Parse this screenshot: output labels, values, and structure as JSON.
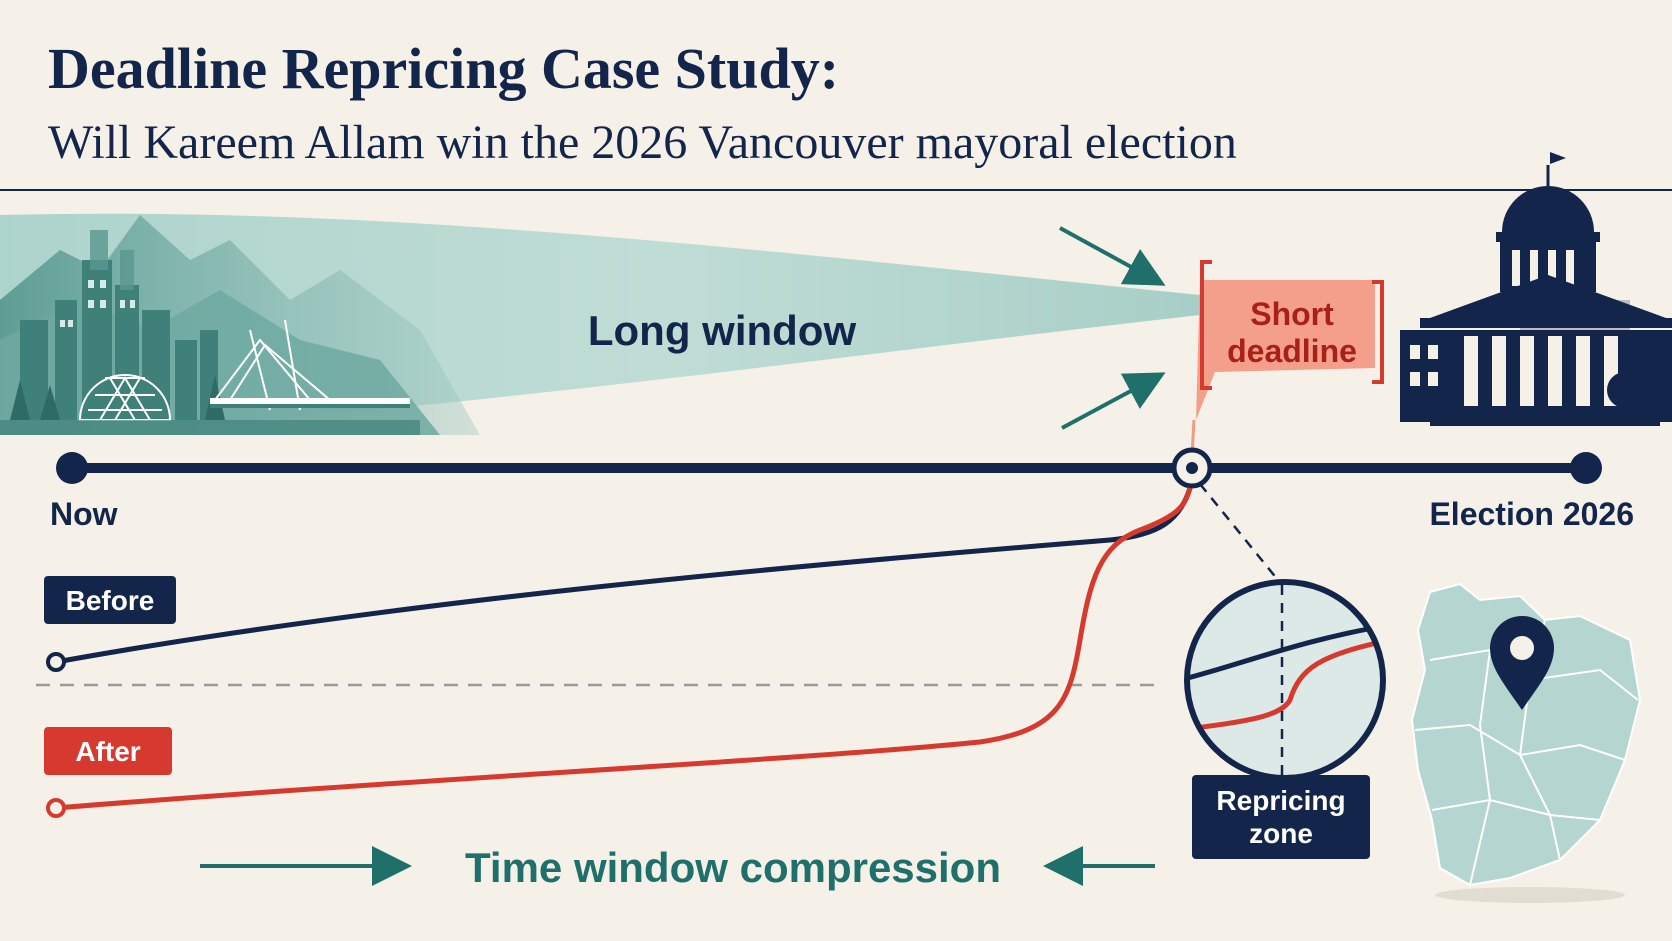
{
  "title": {
    "main": "Deadline Repricing Case Study:",
    "sub": "Will Kareem Allam win the 2026 Vancouver mayoral election"
  },
  "labels": {
    "long_window": "Long window",
    "short_deadline_line1": "Short",
    "short_deadline_line2": "deadline",
    "now": "Now",
    "election": "Election 2026",
    "before": "Before",
    "after": "After",
    "repricing_line1": "Repricing",
    "repricing_line2": "zone",
    "compression": "Time window compression"
  },
  "colors": {
    "navy": "#13254a",
    "red": "#d63a2f",
    "teal": "#1f6f6a",
    "teal_light": "#a9d2cb",
    "salmon": "#f29a86",
    "background": "#f5f1e8"
  },
  "icons": [
    "city-skyline-icon",
    "city-hall-icon",
    "map-pin-icon",
    "region-map-icon",
    "magnifier-icon"
  ]
}
